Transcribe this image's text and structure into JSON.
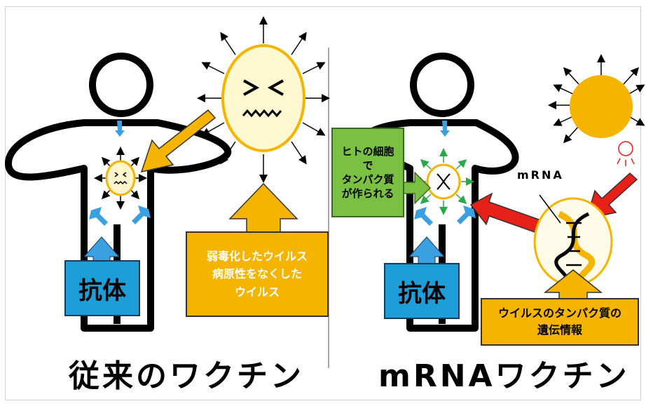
{
  "left": {
    "title": "従来のワクチン",
    "antibody_label": "抗体",
    "box_lines": [
      "弱毒化したウイルス",
      "病原性をなくした",
      "ウイルス"
    ]
  },
  "right": {
    "title": "mRNAワクチン",
    "antibody_label": "抗体",
    "green_box_lines": [
      "ヒトの細胞",
      "で",
      "タンパク質",
      "が作られる"
    ],
    "mrna_label": "mRNA",
    "box_lines": [
      "ウイルスのタンパク質の",
      "遺伝情報"
    ]
  },
  "colors": {
    "virus_orange": "#f5b400",
    "antibody_blue": "#1e9ed8",
    "arrow_red": "#e8201a",
    "cell_green": "#7ac043"
  }
}
